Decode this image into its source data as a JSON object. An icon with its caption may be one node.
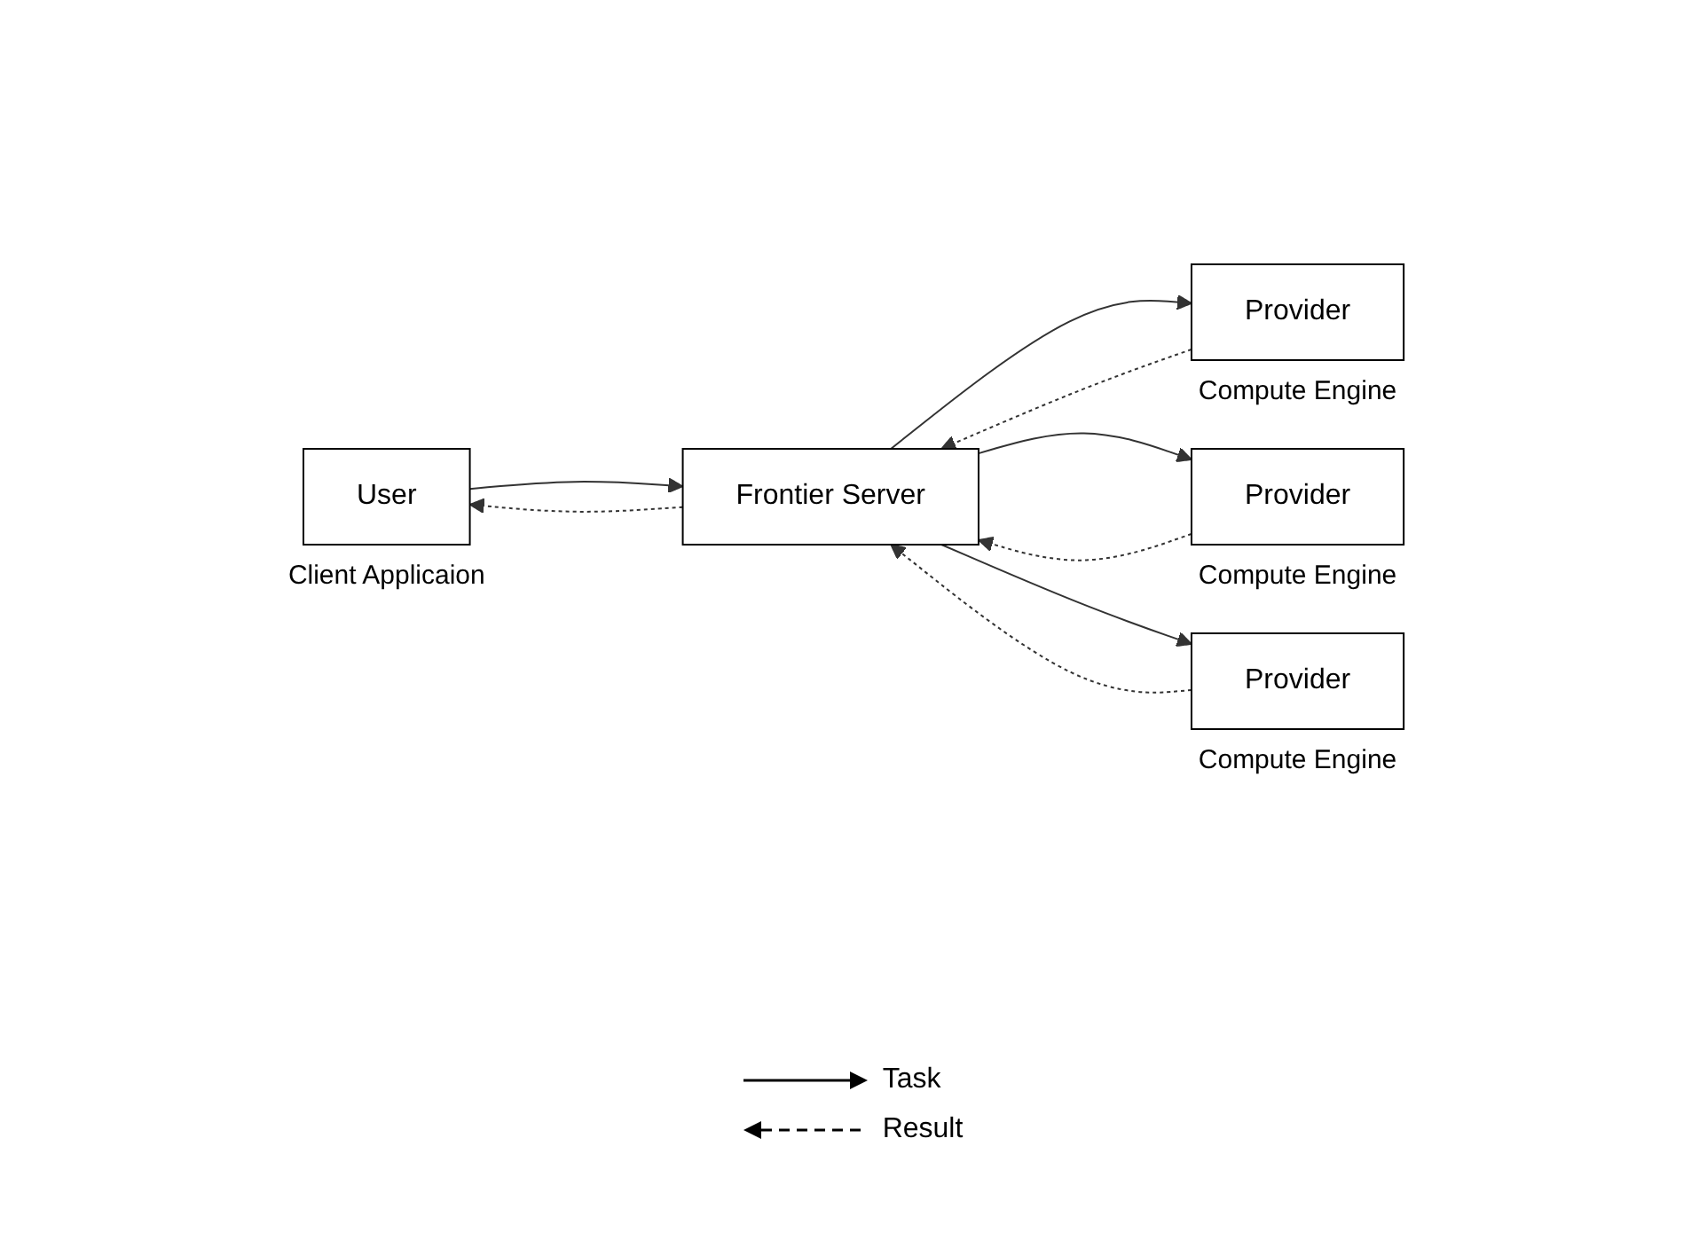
{
  "diagram": {
    "nodes": [
      {
        "text": [
          "User"
        ],
        "beside": [
          "Client Applicaion"
        ]
      },
      {
        "text": [
          "Frontier Server"
        ]
      },
      {
        "text": [
          "Provider"
        ],
        "beside": [
          "Compute Engine"
        ]
      },
      {
        "text": [
          "Provider"
        ],
        "beside": [
          "Compute Engine"
        ]
      },
      {
        "text": [
          "Provider"
        ],
        "beside": [
          "Compute Engine"
        ]
      }
    ],
    "edges": [
      {
        "from": 0,
        "to": 1,
        "arrow": "to"
      },
      {
        "from": 1,
        "to": 0,
        "arrow": "to",
        "style": "dashed"
      },
      {
        "from": 1,
        "to": 2,
        "arrow": "to"
      },
      {
        "from": 2,
        "to": 1,
        "arrow": "to",
        "style": "dashed"
      },
      {
        "from": 1,
        "to": 3,
        "arrow": "to"
      },
      {
        "from": 3,
        "to": 1,
        "arrow": "to",
        "style": "dashed"
      },
      {
        "from": 1,
        "to": 4,
        "arrow": "to"
      },
      {
        "from": 4,
        "to": 1,
        "arrow": "to",
        "style": "dashed"
      }
    ],
    "legend": [
      {
        "text": "Task"
      },
      {
        "text": "Result"
      }
    ]
  }
}
